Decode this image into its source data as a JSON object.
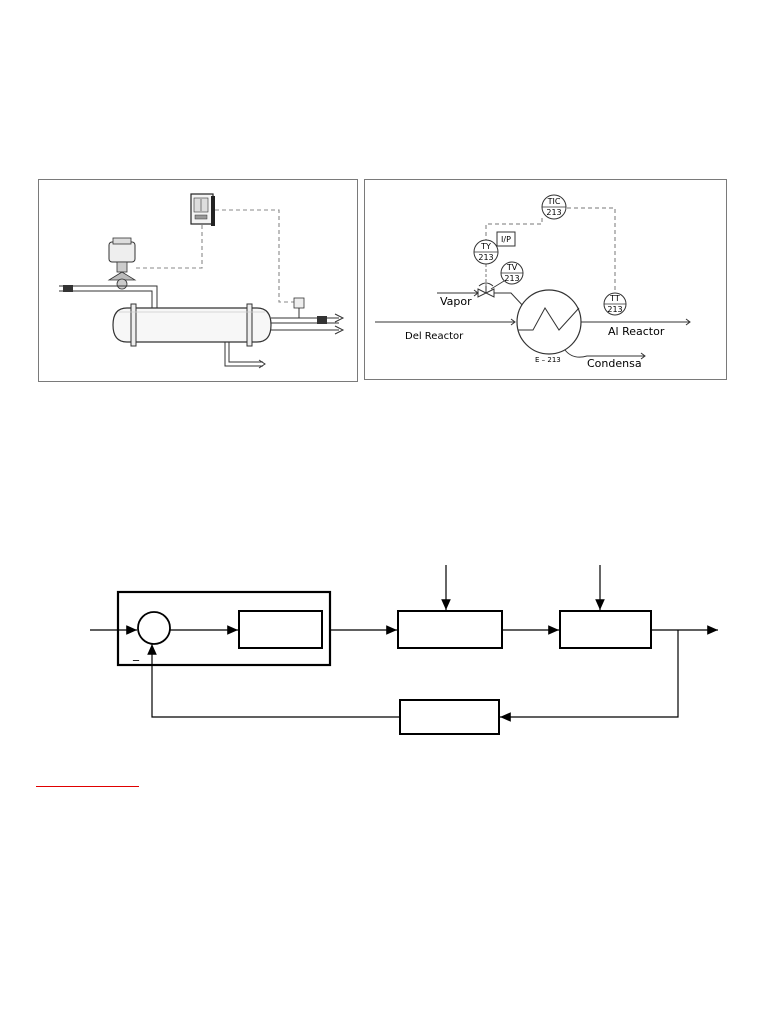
{
  "pid": {
    "instrument_tags": {
      "tic": {
        "code": "TIC",
        "number": "213"
      },
      "ty": {
        "code": "TY",
        "number": "213"
      },
      "tv": {
        "code": "TV",
        "number": "213"
      },
      "tt": {
        "code": "TT",
        "number": "213"
      },
      "ip": "I/P"
    },
    "labels": {
      "vapor": "Vapor",
      "del_reactor": "Del Reactor",
      "al_reactor": "Al Reactor",
      "equipment": "E – 213",
      "condensa": "Condensa"
    }
  },
  "block_diagram": {
    "minus_sign": "_"
  }
}
